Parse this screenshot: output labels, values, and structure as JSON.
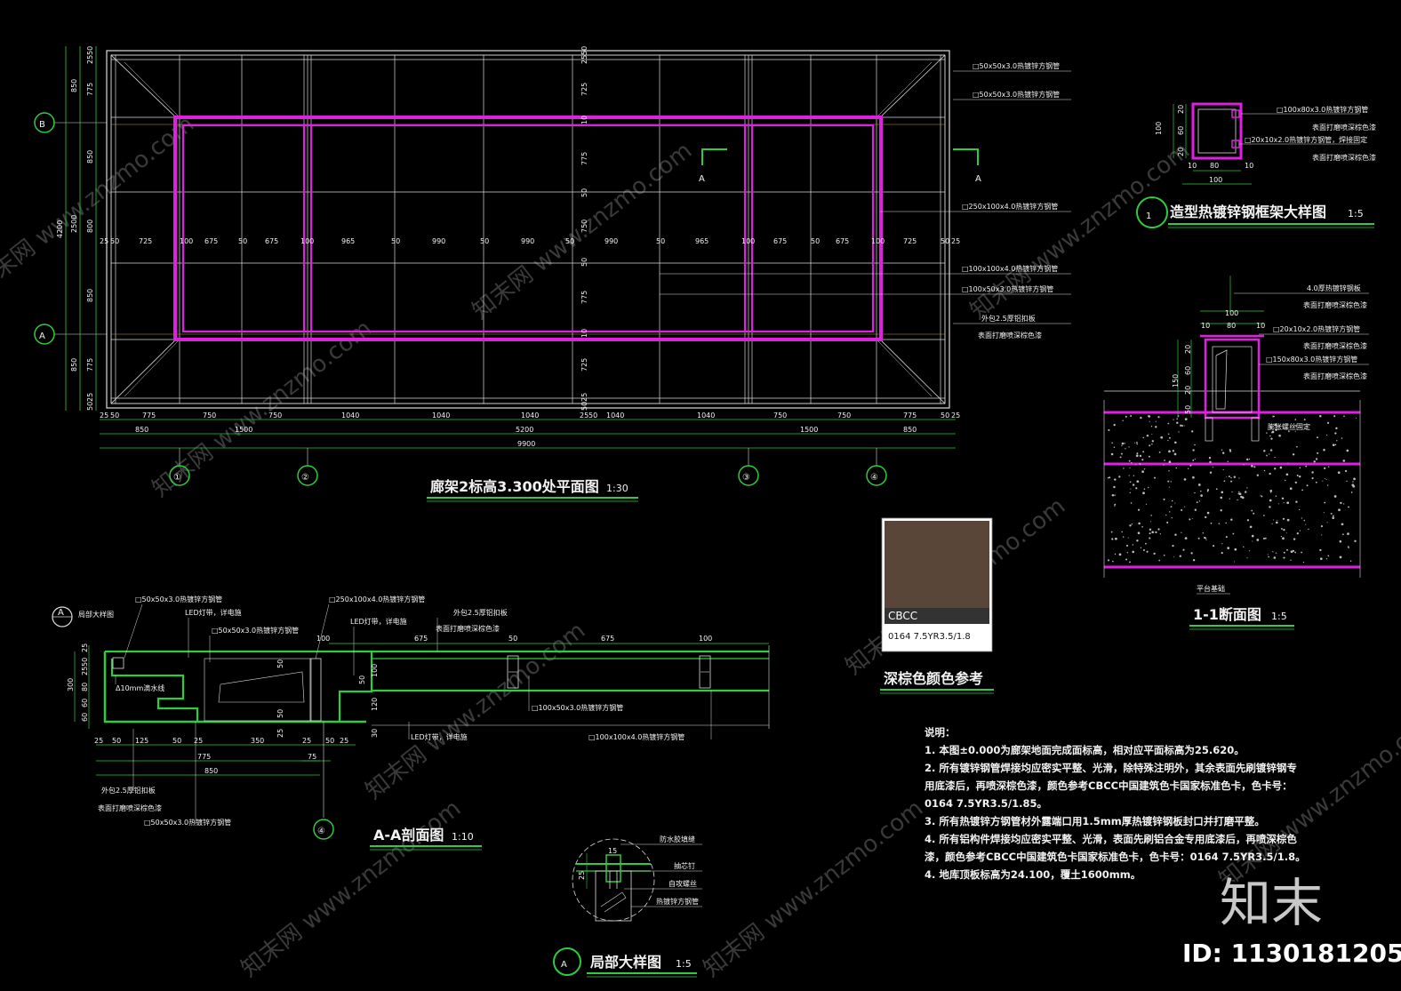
{
  "plan": {
    "title": "廊架2标高3.300处平面图",
    "scale": "1:30",
    "axis_rows": [
      "B",
      "A"
    ],
    "axis_cols": [
      "①",
      "②",
      "③",
      "④"
    ],
    "dim_left_outer": [
      "850",
      "2500",
      "850"
    ],
    "dim_left_total": "4200",
    "dim_left_inner": [
      "50",
      "25",
      "775",
      "850",
      "800",
      "850",
      "775",
      "25",
      "50"
    ],
    "dim_mid_vertical": [
      "50",
      "25",
      "725",
      "10",
      "775",
      "50",
      "750",
      "50",
      "775",
      "10",
      "725",
      "25",
      "50"
    ],
    "dim_row_mid": [
      "25",
      "50",
      "725",
      "100",
      "675",
      "50",
      "675",
      "100",
      "965",
      "50",
      "990",
      "50",
      "990",
      "50",
      "990",
      "50",
      "965",
      "100",
      "675",
      "50",
      "675",
      "100",
      "725",
      "50",
      "25"
    ],
    "dim_bottom_1": [
      "25",
      "50",
      "775",
      "750",
      "750",
      "1040",
      "1040",
      "1040",
      "25",
      "50",
      "1040",
      "1040",
      "750",
      "750",
      "775",
      "50",
      "25"
    ],
    "dim_bottom_2": [
      "850",
      "1500",
      "5200",
      "1500",
      "850"
    ],
    "dim_bottom_total": "9900",
    "labels": [
      "□50x50x3.0热镀锌方钢管",
      "□50x50x3.0热镀锌方钢管",
      "□250x100x4.0热镀锌方钢管",
      "□100x100x4.0热镀锌方钢管",
      "□100x50x3.0热镀锌方钢管",
      "外包2.5厚铝扣板",
      "表面打磨喷深棕色漆"
    ],
    "section_mark": "A"
  },
  "detail1": {
    "number": "1",
    "title": "造型热镀锌钢框架大样图",
    "scale": "1:5",
    "dims_h": [
      "10",
      "80",
      "10",
      "100"
    ],
    "dims_v": [
      "100",
      "20",
      "60",
      "20"
    ],
    "labels": [
      "□100x80x3.0热镀锌方钢管",
      "表面打磨喷深棕色漆",
      "□20x10x2.0热镀锌方钢管，焊接固定",
      "表面打磨喷深棕色漆"
    ]
  },
  "section11": {
    "title": "1-1断面图",
    "scale": "1:5",
    "dims_h": [
      "100",
      "10",
      "80",
      "10"
    ],
    "dims_v": [
      "150",
      "20",
      "60",
      "20",
      "50"
    ],
    "labels": [
      "4.0厚热镀锌钢板",
      "表面打磨喷深棕色漆",
      "□20x10x2.0热镀锌方钢管",
      "表面打磨喷深棕色漆",
      "□150x80x3.0热镀锌方钢管",
      "表面打磨喷深棕色漆",
      "膨胀螺丝固定",
      "平台基础"
    ]
  },
  "color_ref": {
    "swatch": "#5a4638",
    "brand": "CBCC",
    "code": "0164 7.5YR3.5/1.8",
    "title": "深棕色颜色参考"
  },
  "sectionAA": {
    "title": "A-A剖面图",
    "scale": "1:10",
    "detail_mark": "A",
    "detail_mark_label": "局部大样图",
    "axis": "④",
    "labels_top": [
      "□50x50x3.0热镀锌方钢管",
      "LED灯带，详电施",
      "□50x50x3.0热镀锌方钢管",
      "□250x100x4.0热镀锌方钢管",
      "LED灯带，详电施",
      "外包2.5厚铝扣板",
      "表面打磨喷深棕色漆"
    ],
    "labels_bottom": [
      "外包2.5厚铝扣板",
      "表面打磨喷深棕色漆",
      "□50x50x3.0热镀锌方钢管",
      "LED灯带，详电施",
      "□100x50x3.0热镀锌方钢管",
      "□100x100x4.0热镀锌方钢管"
    ],
    "drain": "Δ10mm滴水线",
    "dims_top": [
      "100",
      "675",
      "50",
      "675",
      "100"
    ],
    "dims_left": [
      "25",
      "50",
      "25",
      "80",
      "60",
      "60",
      "300"
    ],
    "dims_bottom_1": [
      "25",
      "50",
      "125",
      "50",
      "25",
      "350",
      "25",
      "50",
      "25"
    ],
    "dims_bottom_2": [
      "775",
      "850",
      "75"
    ],
    "dims_inner": [
      "25",
      "50",
      "50",
      "25",
      "100",
      "50",
      "120",
      "30"
    ]
  },
  "detailA": {
    "mark": "A",
    "title": "局部大样图",
    "scale": "1:5",
    "labels": [
      "防水胶填缝",
      "抽芯钉",
      "自攻螺丝",
      "热镀锌方钢管"
    ],
    "dims": [
      "15",
      "25"
    ]
  },
  "notes": {
    "heading": "说明：",
    "lines": [
      "1. 本图±0.000为廊架地面完成面标高，相对应平面标高为25.620。",
      "2. 所有镀锌钢管焊接均应密实平整、光滑，除特殊注明外，其余表面先刷镀锌钢专",
      "用底漆后，再喷深棕色漆，颜色参考CBCC中国建筑色卡国家标准色卡，色卡号：",
      "0164 7.5YR3.5/1.85。",
      "3. 所有热镀锌方钢管材外露端口用1.5mm厚热镀锌钢板封口并打磨平整。",
      "4. 所有铝构件焊接均应密实平整、光滑，表面先刷铝合金专用底漆后，再喷深棕色",
      "漆，颜色参考CBCC中国建筑色卡国家标准色卡，色卡号：0164 7.5YR3.5/1.8。",
      "4. 地库顶板标高为24.100，覆土1600mm。"
    ]
  },
  "watermark": {
    "logo": "知末",
    "id": "ID: 1130181205",
    "repeat": "知末网 www.znzmo.com"
  }
}
